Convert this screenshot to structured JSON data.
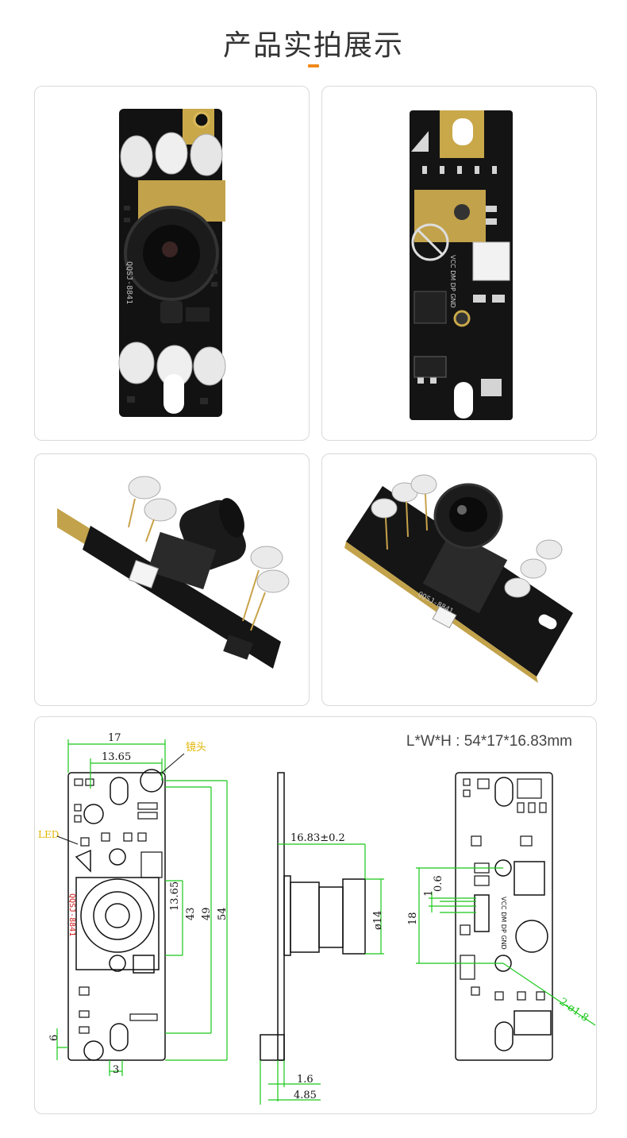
{
  "header": {
    "title": "产品实拍展示",
    "accent_color": "#f08a1c"
  },
  "photos": [
    {
      "name": "front-view",
      "pcb_text": "QQSJ-8841"
    },
    {
      "name": "back-view",
      "pins_label": "VCC DM DP GND"
    },
    {
      "name": "side-view"
    },
    {
      "name": "angled-view",
      "pcb_text": "QQSJ-8841"
    }
  ],
  "drawing": {
    "spec": "L*W*H : 54*17*16.83mm",
    "label_lens": "镜头",
    "label_led": "LED",
    "pcb_text": "QQSJ-8841",
    "pins_label": "VCC DM DP GND",
    "dim_width": "17",
    "dim_inner_width": "13.65",
    "dim_v1": "13.65",
    "dim_v2": "43",
    "dim_v3": "49",
    "dim_v4": "54",
    "dim_bottom_h": "6",
    "dim_bottom_w": "3",
    "dim_height": "16.83±0.2",
    "dim_lens_dia": "ø14",
    "dim_board": "1.6",
    "dim_total": "4.85",
    "dim_hole": "18",
    "dim_hole_gap": "1",
    "dim_hole_small": "0.6",
    "dim_mount": "2-ø1.8",
    "line_color": "#19c819"
  }
}
